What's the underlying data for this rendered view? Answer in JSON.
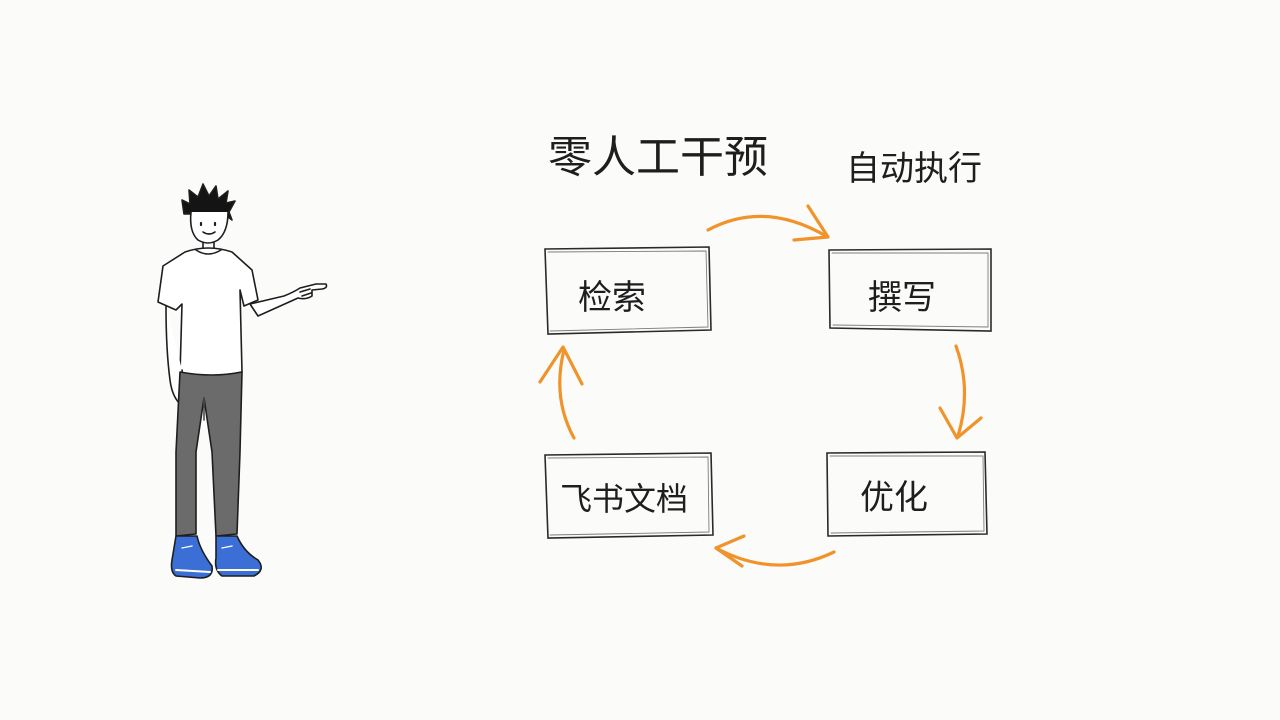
{
  "headline": "零人工干预",
  "subheadline": "自动执行",
  "steps": {
    "retrieve": "检索",
    "write": "撰写",
    "optimize": "优化",
    "feishu_doc": "飞书文档"
  },
  "colors": {
    "background": "#fbfbfa",
    "ink": "#1e1e1e",
    "arrow": "#f0932b",
    "shirt": "#ffffff",
    "pants": "#6b6b6b",
    "shoes": "#3b6fd6"
  }
}
